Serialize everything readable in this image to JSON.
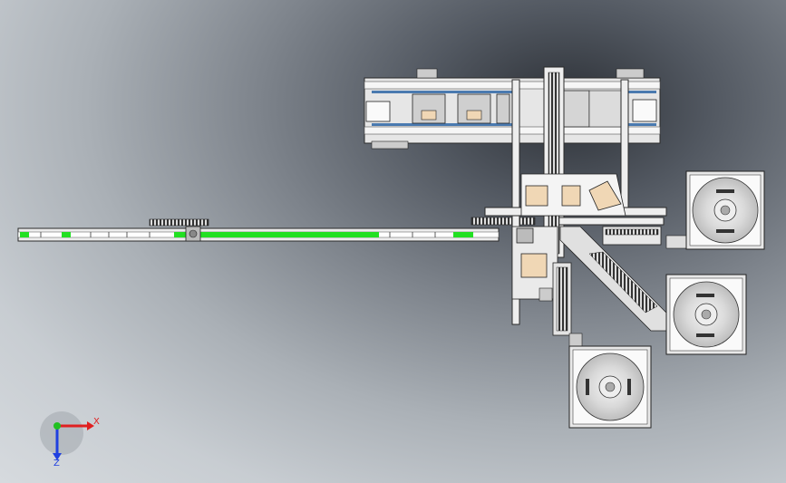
{
  "triad": {
    "x_label": "X",
    "z_label": "Z",
    "x_color": "#e02020",
    "y_color": "#20c020",
    "z_color": "#2040e0"
  },
  "colors": {
    "conveyor_highlight": "#22e022",
    "frame": "#e8e8e8",
    "outline": "#2a2a2a",
    "wood": "#f0d7b5"
  },
  "parts": {
    "infeed_conveyor": "conveyor",
    "top_conveyor": "conveyor",
    "turntables": [
      "bowl-feeder",
      "bowl-feeder",
      "bowl-feeder"
    ]
  }
}
